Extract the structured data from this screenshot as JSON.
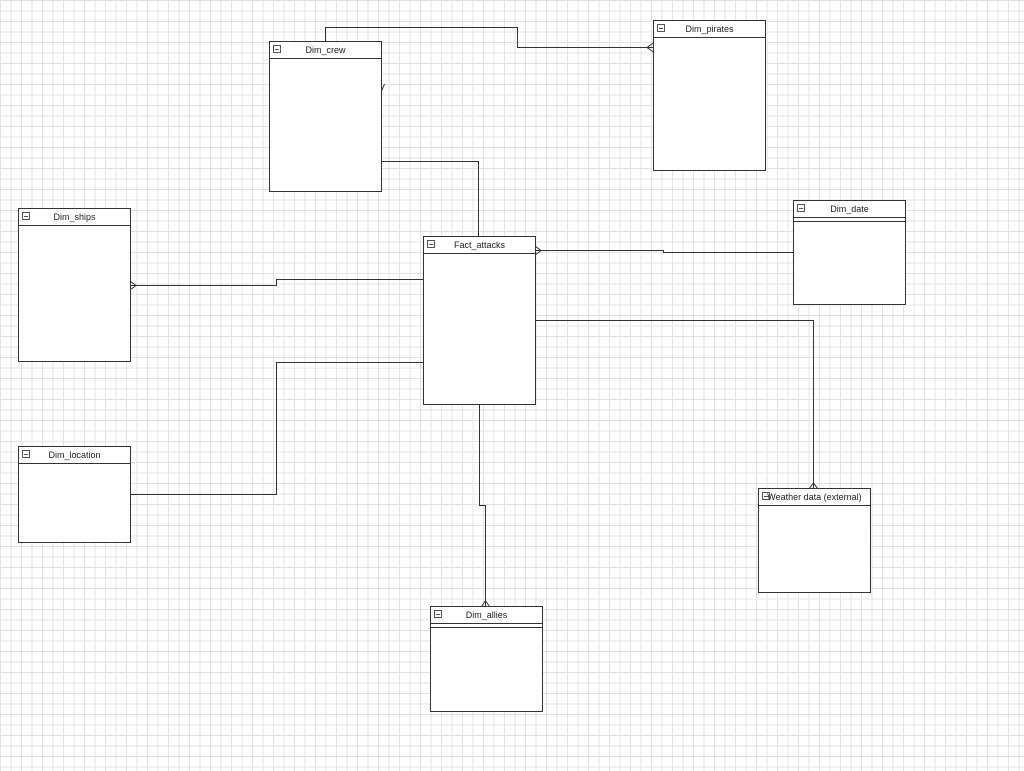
{
  "entities": {
    "dim_crew": {
      "title": "Dim_crew"
    },
    "dim_pirates": {
      "title": "Dim_pirates"
    },
    "dim_ships": {
      "title": "Dim_ships"
    },
    "fact_attacks": {
      "title": "Fact_attacks"
    },
    "dim_date": {
      "title": "Dim_date"
    },
    "dim_location": {
      "title": "Dim_location"
    },
    "weather_data": {
      "title": "Weather data (external)"
    },
    "dim_allies": {
      "title": "Dim_allies"
    }
  },
  "colors": {
    "background": "#ffffff",
    "grid": "#e4e4e4",
    "stroke": "#333333"
  },
  "icons": {
    "entity_header": "collapse-icon",
    "edge_end": "crows-foot-icon"
  }
}
